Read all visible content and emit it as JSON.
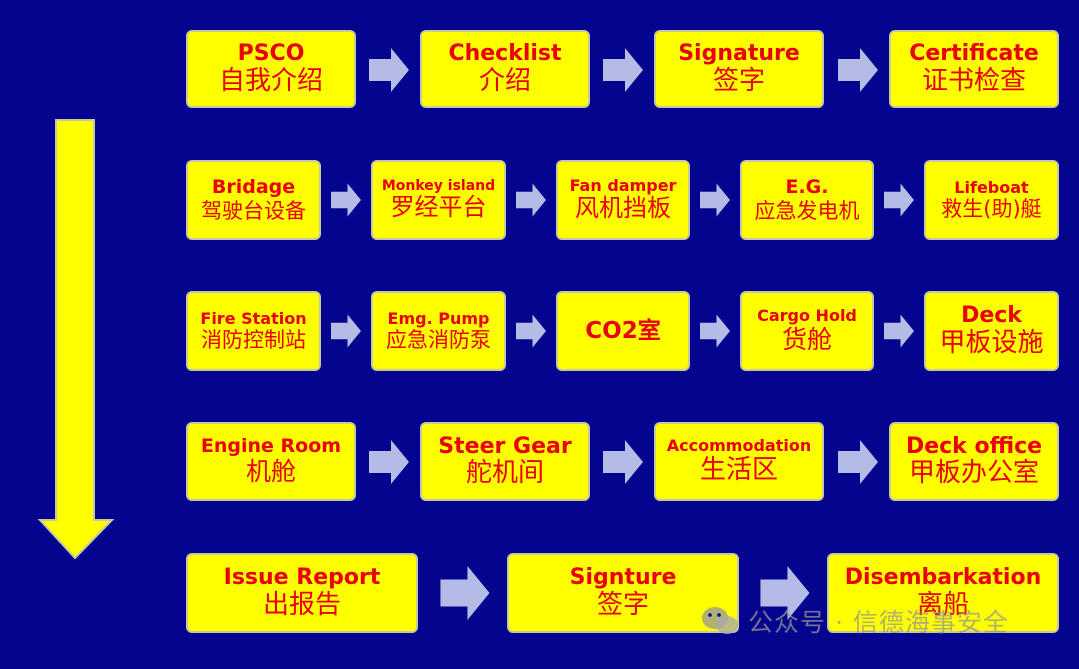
{
  "rows": [
    [
      {
        "en": "PSCO",
        "zh": "自我介绍"
      },
      {
        "en": "Checklist",
        "zh": "介绍"
      },
      {
        "en": "Signature",
        "zh": "签字"
      },
      {
        "en": "Certificate",
        "zh": "证书检查"
      }
    ],
    [
      {
        "en": "Bridage",
        "zh": "驾驶台设备"
      },
      {
        "en": "Monkey island",
        "zh": "罗经平台"
      },
      {
        "en": "Fan damper",
        "zh": "风机挡板"
      },
      {
        "en": "E.G.",
        "zh": "应急发电机"
      },
      {
        "en": "Lifeboat",
        "zh": "救生(助)艇"
      }
    ],
    [
      {
        "en": "Fire Station",
        "zh": "消防控制站"
      },
      {
        "en": "Emg. Pump",
        "zh": "应急消防泵"
      },
      {
        "en": "CO2室",
        "zh": ""
      },
      {
        "en": "Cargo Hold",
        "zh": "货舱"
      },
      {
        "en": "Deck",
        "zh": "甲板设施"
      }
    ],
    [
      {
        "en": "Engine Room",
        "zh": "机舱"
      },
      {
        "en": "Steer Gear",
        "zh": "舵机间"
      },
      {
        "en": "Accommodation",
        "zh": "生活区"
      },
      {
        "en": "Deck office",
        "zh": "甲板办公室"
      }
    ],
    [
      {
        "en": "Issue Report",
        "zh": "出报告"
      },
      {
        "en": "Signture",
        "zh": "签字"
      },
      {
        "en": "Disembarkation",
        "zh": "离船"
      }
    ]
  ],
  "watermark": {
    "text": "公众号 · 信德海事安全",
    "icon": "wechat-icon"
  },
  "colors": {
    "background": "#05048f",
    "box": "#ffff00",
    "text": "#e8000b",
    "arrow": "#b4bce6",
    "main_arrow": "#ffff00"
  }
}
